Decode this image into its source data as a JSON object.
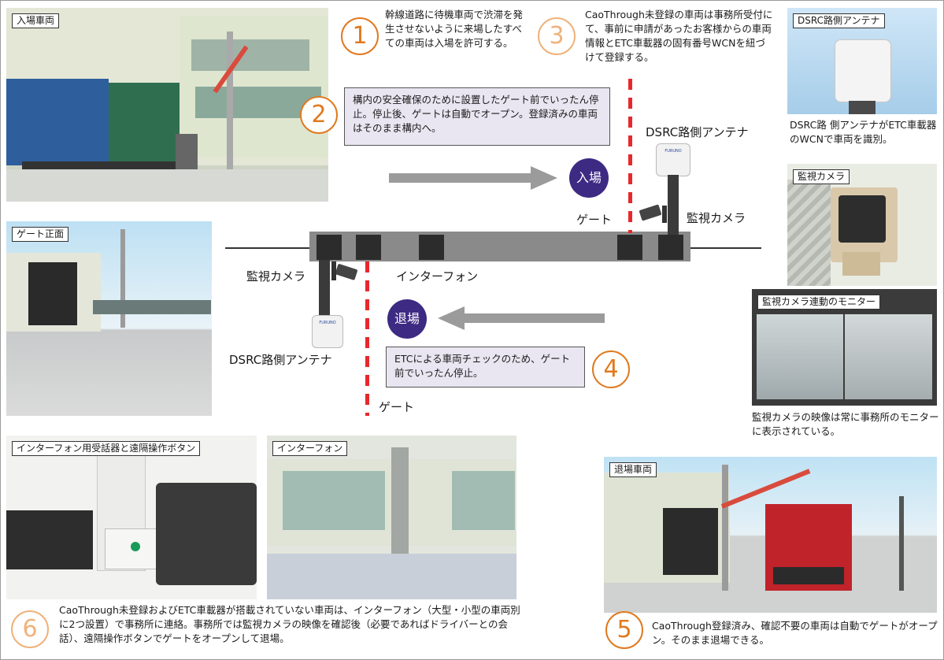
{
  "photos": {
    "entry": "入場車両",
    "gate_front": "ゲート正面",
    "dsrc": "DSRC路側アンテナ",
    "camera": "監視カメラ",
    "monitor": "監視カメラ連動のモニター",
    "intercom_receiver": "インターフォン用受話器と遠隔操作ボタン",
    "intercom": "インターフォン",
    "exit": "退場車両"
  },
  "steps": {
    "s1": {
      "num": "1",
      "text": "幹線道路に待機車両で渋滞を発生させないように来場したすべての車両は入場を許可する。"
    },
    "s2": {
      "num": "2",
      "text": "構内の安全確保のために設置したゲート前でいったん停止。停止後、ゲートは自動でオープン。登録済みの車両はそのまま構内へ。"
    },
    "s3": {
      "num": "3",
      "text": "CaoThrough未登録の車両は事務所受付にて、事前に申請があったお客様からの車両情報とETC車載器の固有番号WCNを紐づけて登録する。"
    },
    "s4": {
      "num": "4",
      "text": "ETCによる車両チェックのため、ゲート前でいったん停止。"
    },
    "s5": {
      "num": "5",
      "text": "CaoThrough登録済み、確認不要の車両は自動でゲートがオープン。そのまま退場できる。"
    },
    "s6": {
      "num": "6",
      "text": "CaoThrough未登録およびETC車載器が搭載されていない車両は、インターフォン（大型・小型の車両別に2つ設置）で事務所に連絡。事務所では監視カメラの映像を確認後（必要であればドライバーとの会話）、遠隔操作ボタンでゲートをオープンして退場。"
    }
  },
  "captions": {
    "dsrc": "DSRC路 側アンテナがETC車載器のWCNで車両を識別。",
    "monitor": "監視カメラの映像は常に事務所のモニターに表示されている。"
  },
  "diagram": {
    "enter": "入場",
    "exit": "退場",
    "dsrc_top": "DSRC路側アンテナ",
    "camera_top": "監視カメラ",
    "gate_top": "ゲート",
    "camera_bottom": "監視カメラ",
    "intercom": "インターフォン",
    "dsrc_bottom": "DSRC路側アンテナ",
    "gate_bottom": "ゲート",
    "antenna_brand": "FURUNO"
  },
  "colors": {
    "accent_orange": "#e07a1f",
    "circle_purple": "#3d2a82",
    "box_fill": "#e9e6f1",
    "gate_red": "#e8282b"
  }
}
